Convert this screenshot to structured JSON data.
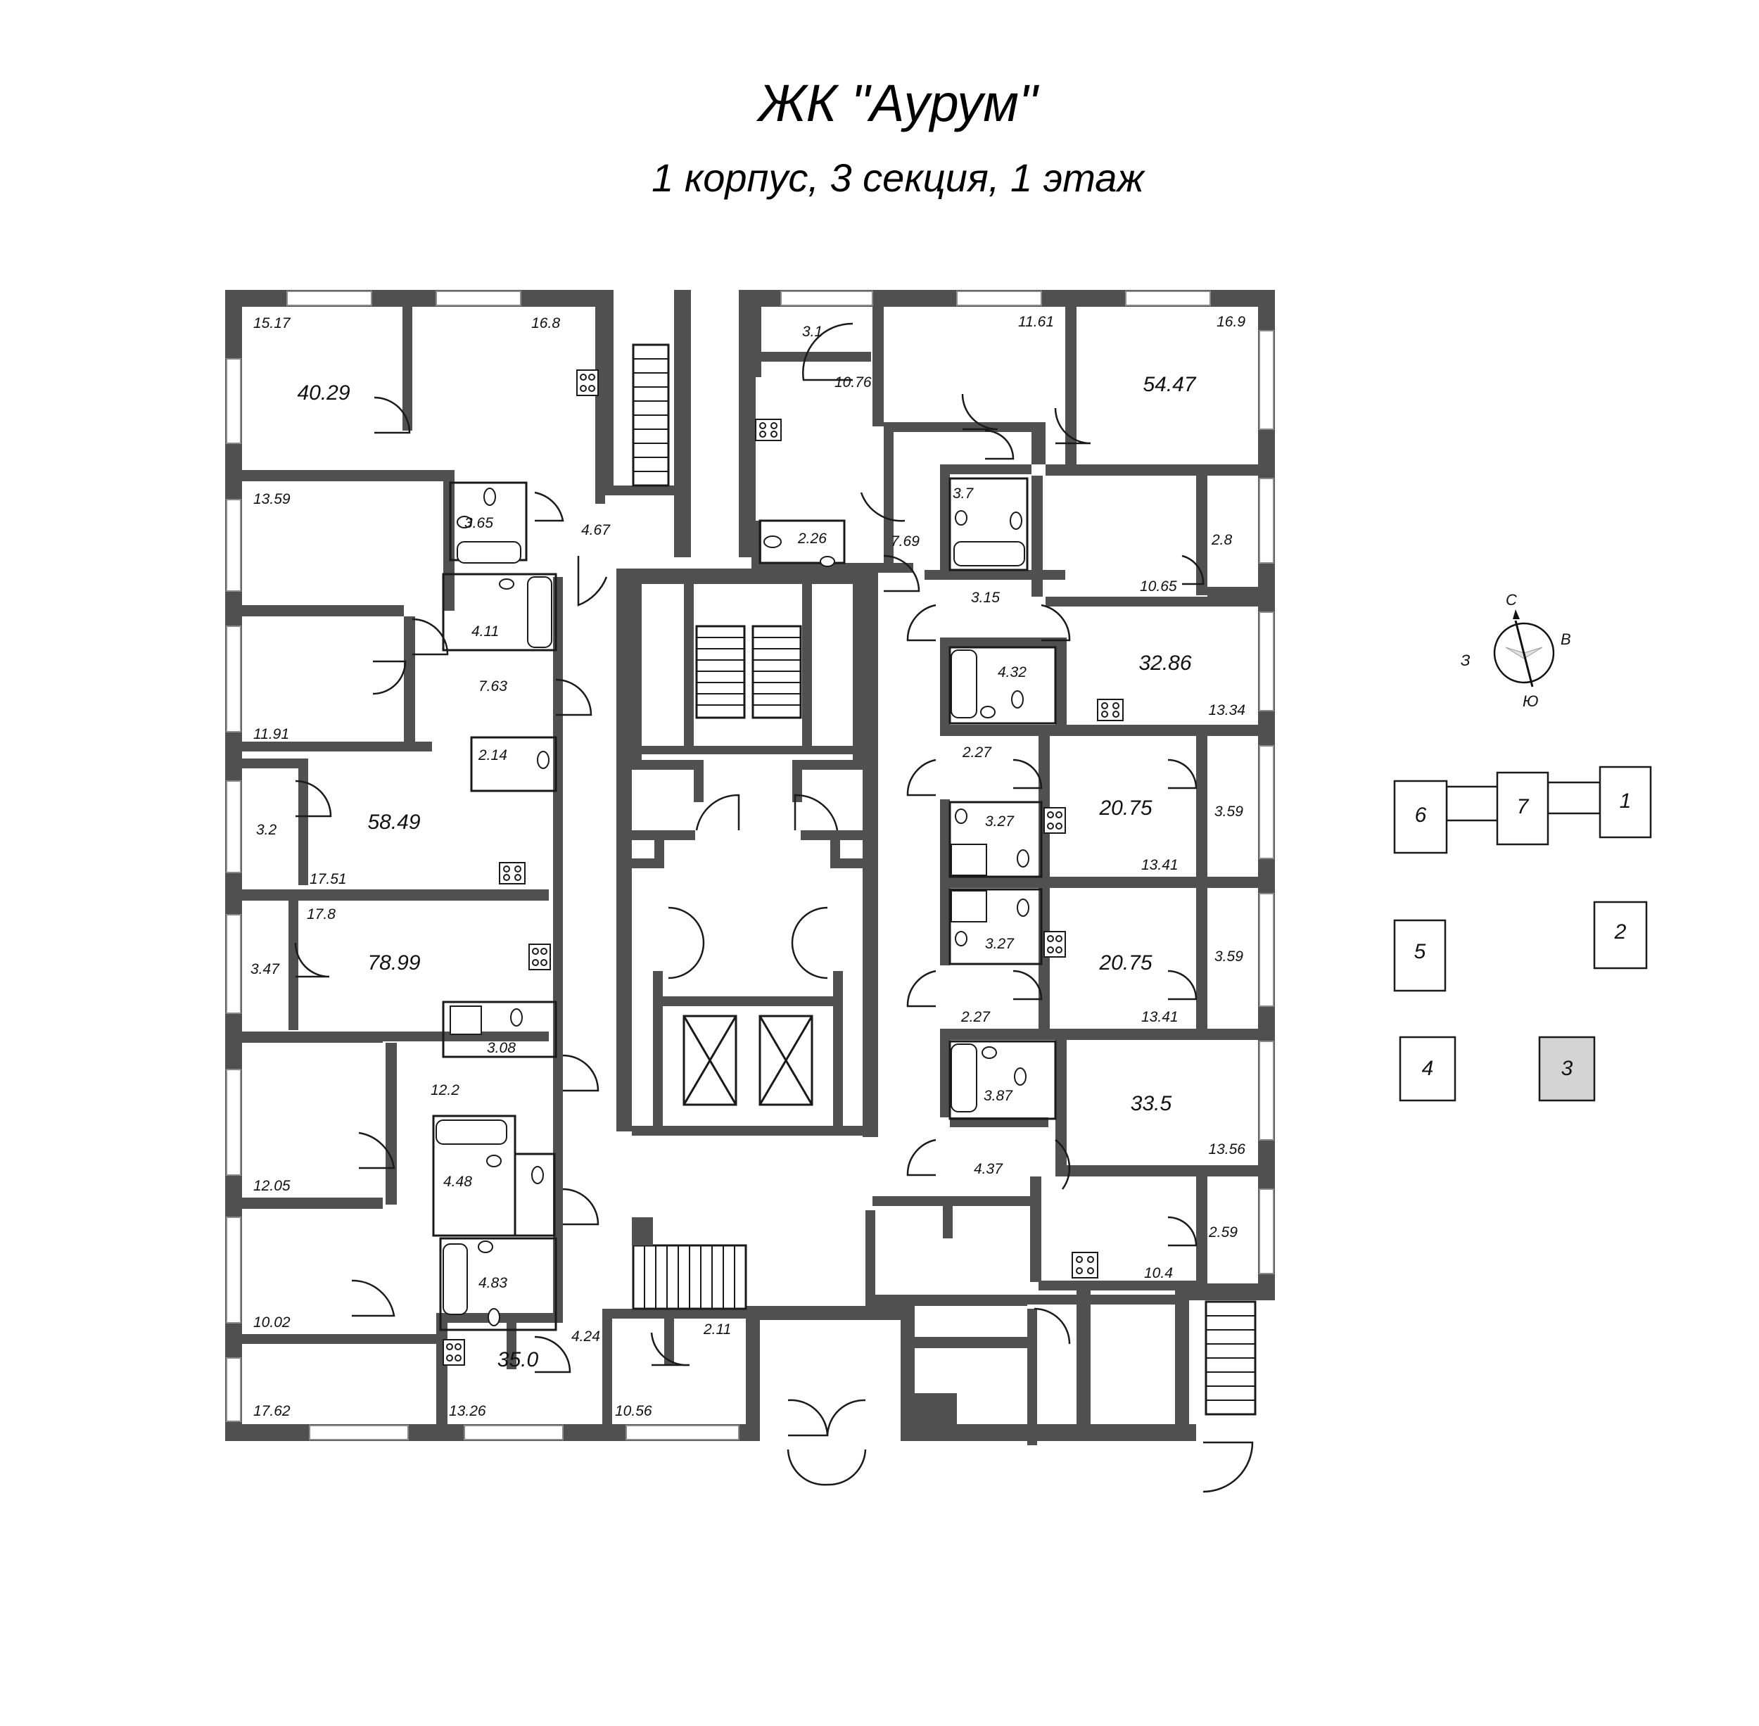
{
  "header": {
    "title": "ЖК \"Аурум\"",
    "subtitle": "1 корпус, 3 секция, 1 этаж"
  },
  "compass": {
    "n": "С",
    "s": "Ю",
    "w": "З",
    "e": "В"
  },
  "key_plan": {
    "sections": [
      "1",
      "2",
      "3",
      "4",
      "5",
      "6",
      "7"
    ],
    "active_section": "3"
  },
  "apartments": [
    {
      "id": "apt-40-29",
      "total": "40.29",
      "rooms": [
        "15.17",
        "16.8",
        "3.65",
        "4.67"
      ]
    },
    {
      "id": "apt-58-49",
      "total": "58.49",
      "rooms": [
        "13.59",
        "11.91",
        "4.11",
        "7.63",
        "2.14",
        "3.2",
        "17.51"
      ]
    },
    {
      "id": "apt-78-99",
      "total": "78.99",
      "rooms": [
        "17.8",
        "3.47",
        "3.08",
        "12.2",
        "12.05",
        "4.48",
        "10.02",
        "4.83"
      ]
    },
    {
      "id": "apt-35-0",
      "total": "35.0",
      "rooms": [
        "17.62",
        "13.26",
        "4.24",
        "2.11",
        "10.56"
      ]
    },
    {
      "id": "apt-54-47",
      "total": "54.47",
      "rooms": [
        "3.1",
        "10.76",
        "2.26",
        "7.69",
        "11.61",
        "16.9",
        "3.7"
      ]
    },
    {
      "id": "apt-32-86",
      "total": "32.86",
      "rooms": [
        "2.8",
        "10.65",
        "3.15",
        "4.32",
        "13.34"
      ]
    },
    {
      "id": "apt-20-75-a",
      "total": "20.75",
      "rooms": [
        "2.27",
        "3.27",
        "13.41",
        "3.59"
      ]
    },
    {
      "id": "apt-20-75-b",
      "total": "20.75",
      "rooms": [
        "3.27",
        "2.27",
        "13.41",
        "3.59"
      ]
    },
    {
      "id": "apt-33-5",
      "total": "33.5",
      "rooms": [
        "3.87",
        "4.37",
        "13.56",
        "2.59",
        "10.4"
      ]
    }
  ]
}
